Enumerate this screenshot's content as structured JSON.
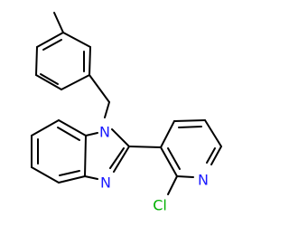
{
  "molecule": {
    "atoms": {
      "n1": {
        "label": "N",
        "color": "#1a1aff"
      },
      "n2": {
        "label": "N",
        "color": "#1a1aff"
      },
      "n3": {
        "label": "N",
        "color": "#1a1aff"
      },
      "cl": {
        "label": "Cl",
        "color": "#00b000"
      }
    }
  }
}
